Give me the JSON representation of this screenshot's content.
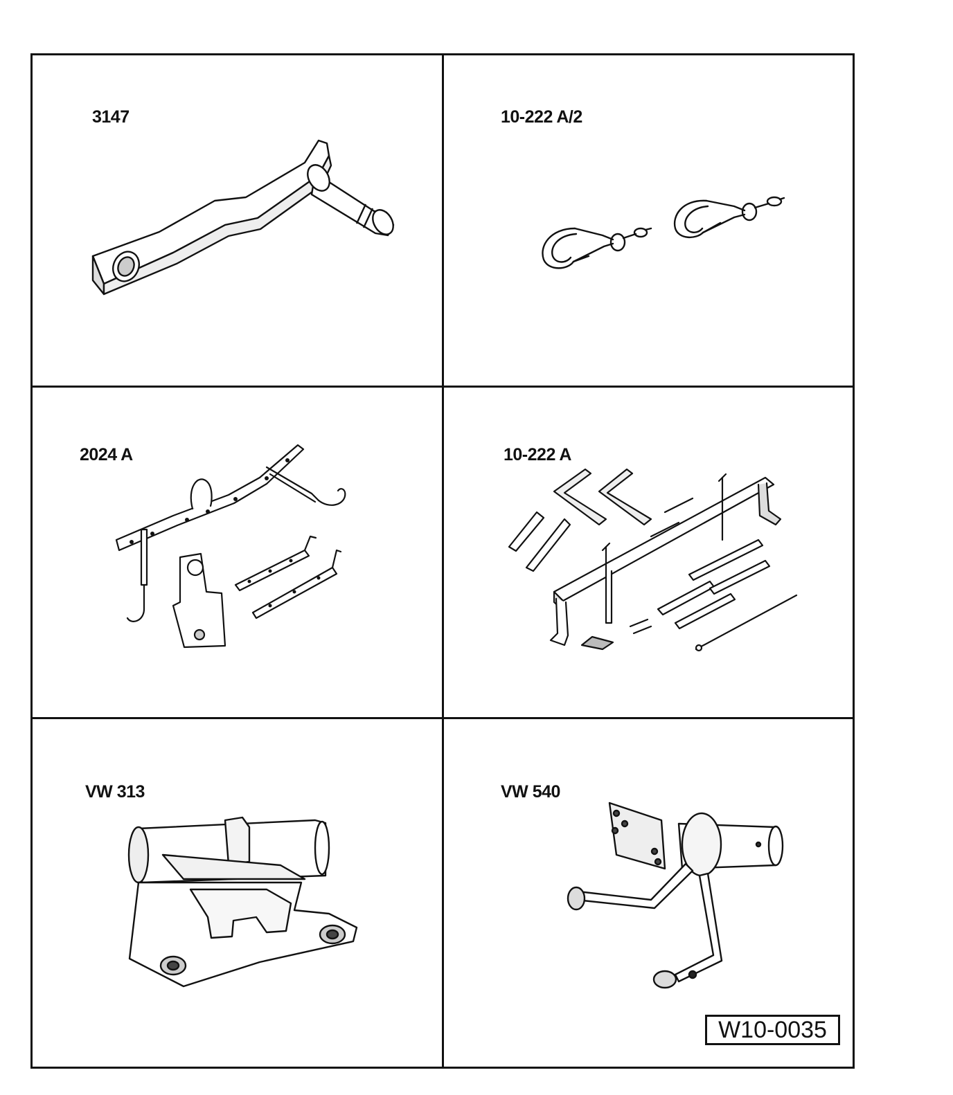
{
  "figure": {
    "reference_code": "W10-0035"
  },
  "panels": [
    {
      "id": "3147",
      "label": "3147",
      "icon": "lever-arm-tool-icon"
    },
    {
      "id": "10-222-a-2",
      "label": "10-222 A/2",
      "icon": "hook-pair-icon"
    },
    {
      "id": "2024-a",
      "label": "2024 A",
      "icon": "lifting-bar-set-icon"
    },
    {
      "id": "10-222-a",
      "label": "10-222 A",
      "icon": "support-bridge-kit-icon"
    },
    {
      "id": "vw-313",
      "label": "VW 313",
      "icon": "engine-support-bracket-icon"
    },
    {
      "id": "vw-540",
      "label": "VW 540",
      "icon": "bracket-with-rods-icon"
    }
  ]
}
